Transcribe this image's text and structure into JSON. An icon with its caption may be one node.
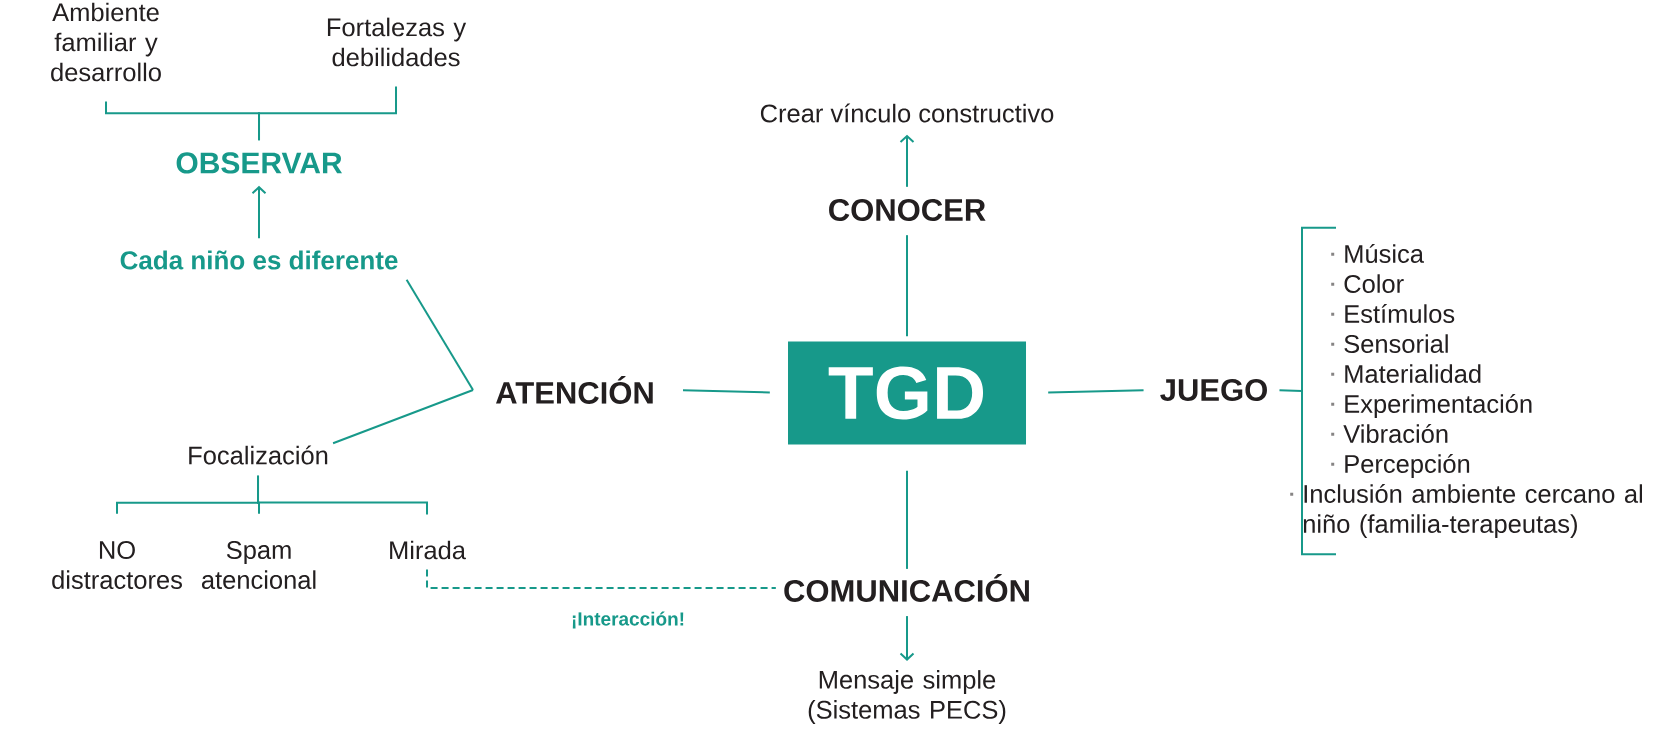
{
  "diagram": {
    "nodes": [
      {
        "text": [
          "Ambiente familiar y desarrollo"
        ]
      },
      {
        "text": [
          "Fortalezas y debilidades"
        ]
      },
      {
        "text": [
          "OBSERVAR"
        ]
      },
      {
        "text": [
          "Cada niño es diferente"
        ]
      },
      {
        "text": [
          "Crear vínculo constructivo"
        ]
      },
      {
        "text": [
          "CONOCER"
        ]
      },
      {
        "text": [
          "ATENCIÓN"
        ]
      },
      {
        "text": [
          "TGD"
        ]
      },
      {
        "text": [
          "JUEGO"
        ]
      },
      {
        "text": [
          "Música",
          "Color",
          "Estímulos",
          "Sensorial",
          "Materialidad",
          "Experimentación",
          "Vibración",
          "Percepción",
          "Inclusión ambiente cercano al niño (familia-terapeutas)"
        ]
      },
      {
        "text": [
          "Focalización"
        ]
      },
      {
        "text": [
          "NO distractores"
        ]
      },
      {
        "text": [
          "Spam atencional"
        ]
      },
      {
        "text": [
          "Mirada"
        ]
      },
      {
        "text": [
          "COMUNICACIÓN"
        ]
      },
      {
        "text": [
          "Mensaje simple (Sistemas PECS)"
        ]
      }
    ],
    "edges": [
      {
        "from": 0,
        "to": 2,
        "arrow": "none"
      },
      {
        "from": 1,
        "to": 2,
        "arrow": "none"
      },
      {
        "from": 3,
        "to": 2,
        "arrow": "to"
      },
      {
        "from": 5,
        "to": 4,
        "arrow": "to"
      },
      {
        "from": 6,
        "to": 3,
        "arrow": "none"
      },
      {
        "from": 6,
        "to": 10,
        "arrow": "none"
      },
      {
        "from": 7,
        "to": 6,
        "arrow": "none"
      },
      {
        "from": 7,
        "to": 5,
        "arrow": "none"
      },
      {
        "from": 7,
        "to": 8,
        "arrow": "none"
      },
      {
        "from": 8,
        "to": 9,
        "arrow": "none"
      },
      {
        "from": 7,
        "to": 14,
        "arrow": "none"
      },
      {
        "from": 10,
        "to": 11,
        "arrow": "none"
      },
      {
        "from": 10,
        "to": 12,
        "arrow": "none"
      },
      {
        "from": 10,
        "to": 13,
        "arrow": "none"
      },
      {
        "from": 13,
        "to": 14,
        "arrow": "none",
        "style": "dashed",
        "label": "¡Interacción!"
      },
      {
        "from": 14,
        "to": 15,
        "arrow": "to"
      }
    ]
  }
}
